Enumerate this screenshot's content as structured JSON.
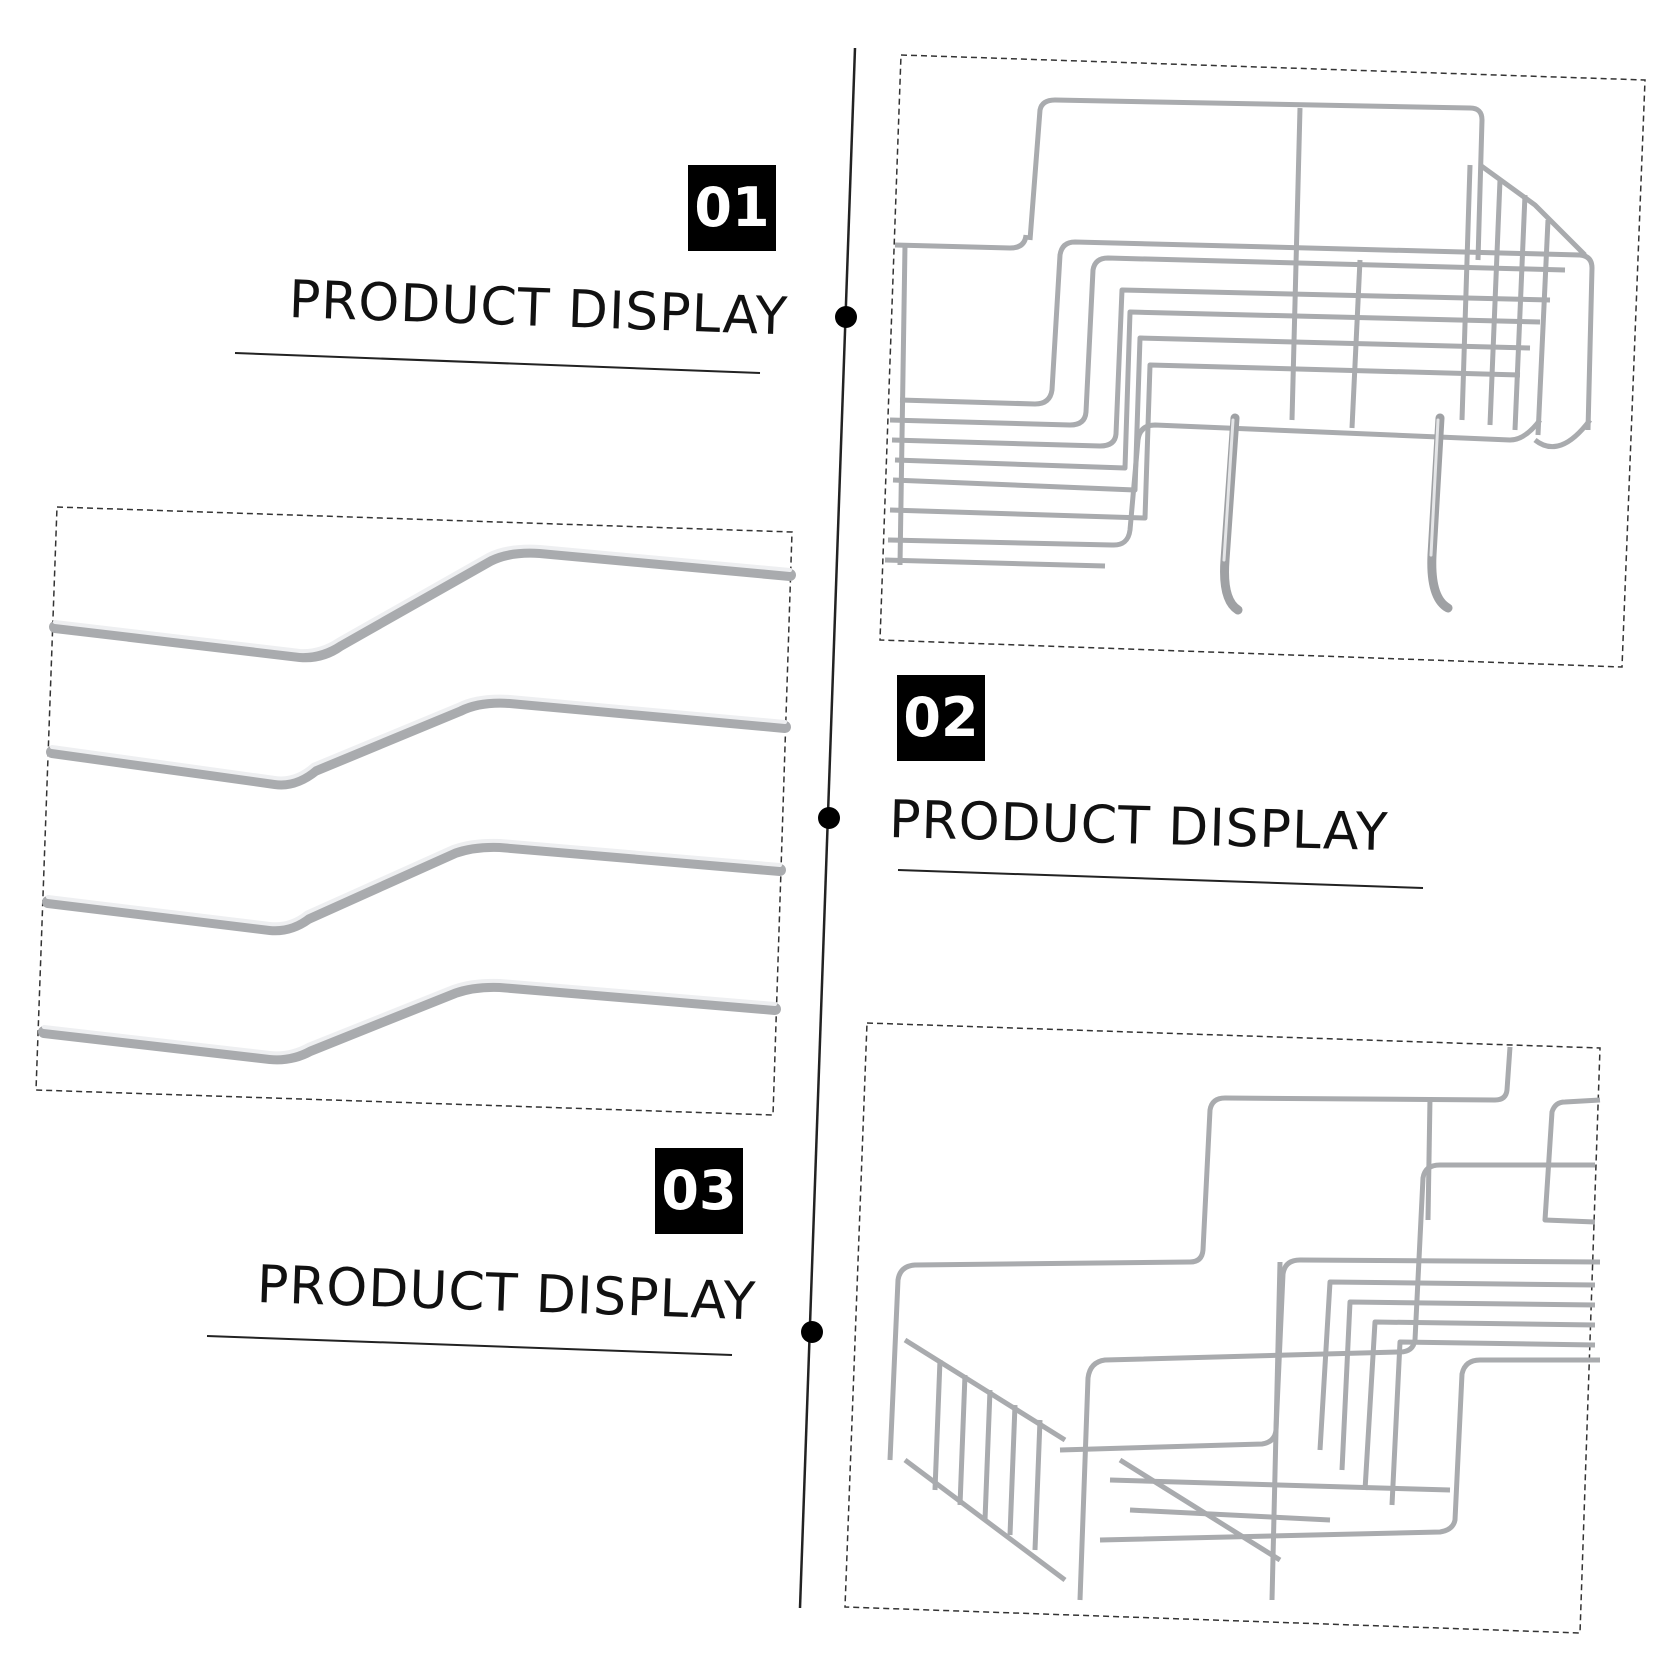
{
  "sections": [
    {
      "number": "01",
      "label": "PRODUCT DISPLAY"
    },
    {
      "number": "02",
      "label": "PRODUCT DISPLAY"
    },
    {
      "number": "03",
      "label": "PRODUCT DISPLAY"
    }
  ],
  "colors": {
    "badge_bg": "#000000",
    "badge_text": "#ffffff",
    "line": "#222222",
    "wire": "#a9abae",
    "wire_highlight": "#e6e7e9"
  }
}
